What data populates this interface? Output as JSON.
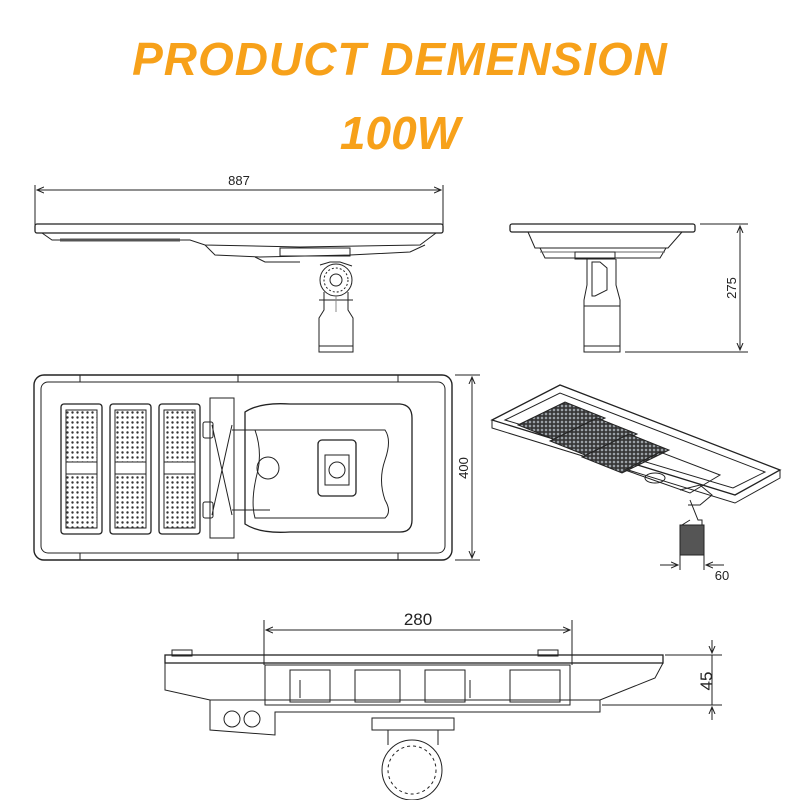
{
  "title": "PRODUCT DEMENSION",
  "subtitle": "100W",
  "colors": {
    "title": "#f7a11a",
    "line": "#222222",
    "fill_dark": "#3a3a3a"
  },
  "dimensions": {
    "top_width": "887",
    "side_height": "275",
    "plan_height": "400",
    "pole_diameter": "60",
    "detail_width": "280",
    "detail_height": "45"
  }
}
